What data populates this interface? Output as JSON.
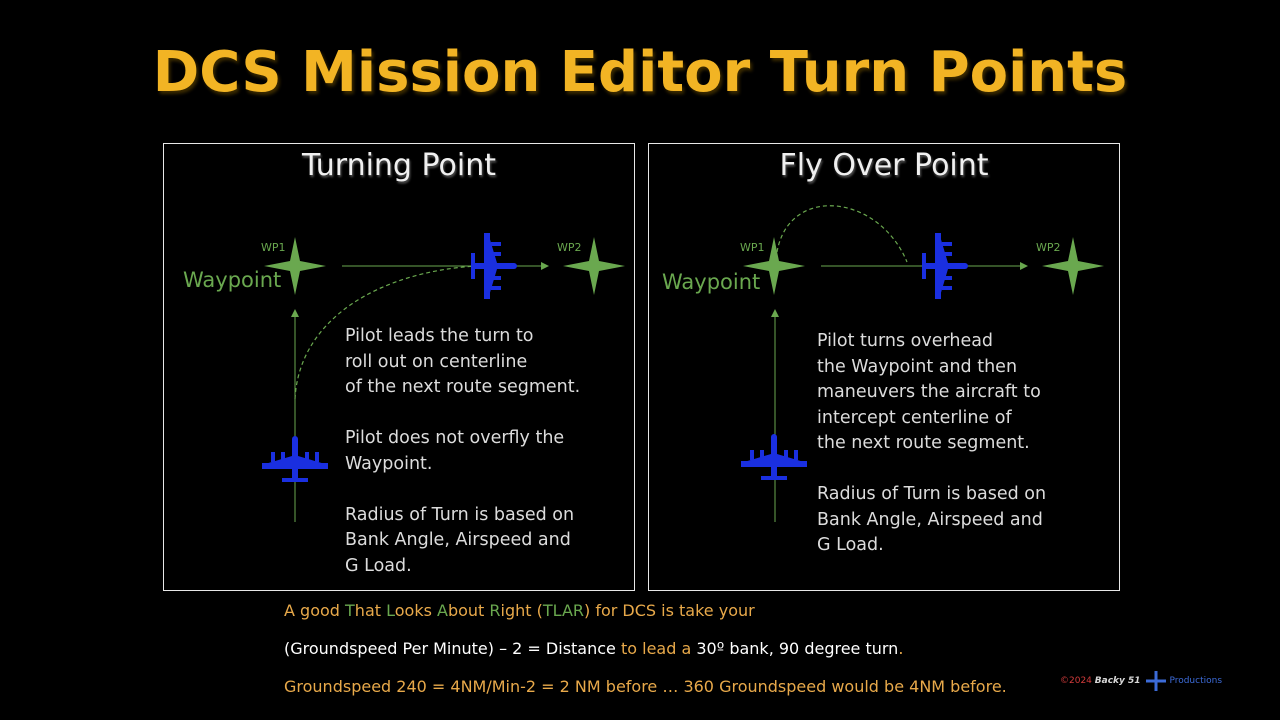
{
  "title": "DCS Mission Editor Turn Points",
  "colors": {
    "title": "#f2b424",
    "waypoint": "#6aa84f",
    "aircraft": "#1a2fe0",
    "note": "#e8a94a"
  },
  "panels": [
    {
      "title": "Turning Point",
      "wp1_label": "WP1",
      "wp2_label": "WP2",
      "waypoint_label": "Waypoint",
      "text": "Pilot leads the turn to\nroll out on centerline\nof the next route segment.\n\nPilot does not overfly the\nWaypoint.\n\nRadius of Turn is based on\nBank Angle, Airspeed and\nG Load."
    },
    {
      "title": "Fly Over Point",
      "wp1_label": "WP1",
      "wp2_label": "WP2",
      "waypoint_label": "Waypoint",
      "text": "Pilot turns overhead\nthe Waypoint and then\nmaneuvers the aircraft to\nintercept centerline of\nthe next route segment.\n\nRadius of Turn is based on\nBank Angle, Airspeed and\nG Load."
    }
  ],
  "footer": {
    "line1": [
      {
        "t": "A good ",
        "c": "or"
      },
      {
        "t": "T",
        "c": "gr"
      },
      {
        "t": "hat ",
        "c": "or"
      },
      {
        "t": "L",
        "c": "gr"
      },
      {
        "t": "ooks ",
        "c": "or"
      },
      {
        "t": "A",
        "c": "gr"
      },
      {
        "t": "bout ",
        "c": "or"
      },
      {
        "t": "R",
        "c": "gr"
      },
      {
        "t": "ight (",
        "c": "or"
      },
      {
        "t": "TLAR",
        "c": "gr"
      },
      {
        "t": ") for DCS  is take your",
        "c": "or"
      }
    ],
    "line2": [
      {
        "t": "(Groundspeed Per Minute) – 2 = Distance ",
        "c": "wh"
      },
      {
        "t": "to lead a ",
        "c": "or"
      },
      {
        "t": "30º bank, 90 degree turn",
        "c": "wh"
      },
      {
        "t": ".",
        "c": "or"
      }
    ],
    "line3": "Groundspeed 240 = 4NM/Min-2 = 2 NM before … 360 Groundspeed would be 4NM before."
  },
  "credit": {
    "copyright": "©2024",
    "name": "Backy 51",
    "suffix": "Productions"
  }
}
